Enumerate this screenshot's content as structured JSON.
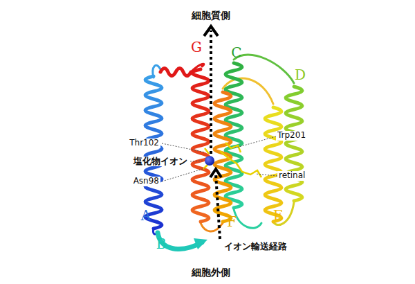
{
  "diagram": {
    "labels": [
      "細胞質側",
      "G",
      "C",
      "D",
      "Thr102",
      "Trp201",
      "塩化物イオン",
      "Asn98",
      "retinal",
      "A",
      "E",
      "F",
      "B",
      "イオン輸送経路",
      "細胞外側"
    ]
  }
}
